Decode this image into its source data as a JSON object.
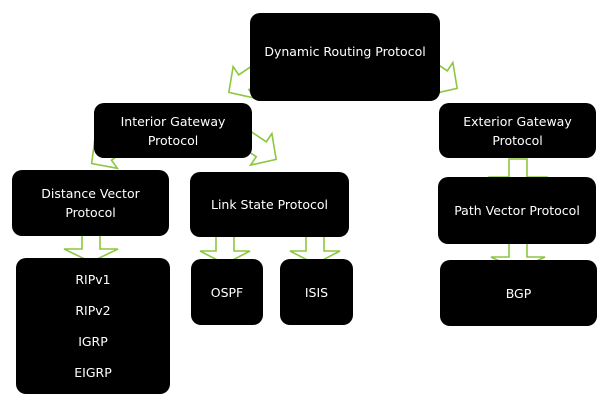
{
  "diagram": {
    "root": "Dynamic Routing Protocol",
    "igp": "Interior Gateway Protocol",
    "egp": "Exterior Gateway Protocol",
    "distance_vector": "Distance Vector Protocol",
    "link_state": "Link State Protocol",
    "path_vector": "Path Vector Protocol",
    "dv_protocols": [
      "RIPv1",
      "RIPv2",
      "IGRP",
      "EIGRP"
    ],
    "ospf": "OSPF",
    "isis": "ISIS",
    "bgp": "BGP"
  },
  "colors": {
    "node_fill": "#000000",
    "node_text": "#ffffff",
    "arrow_fill": "#ffffff",
    "arrow_stroke": "#8dc63f"
  }
}
